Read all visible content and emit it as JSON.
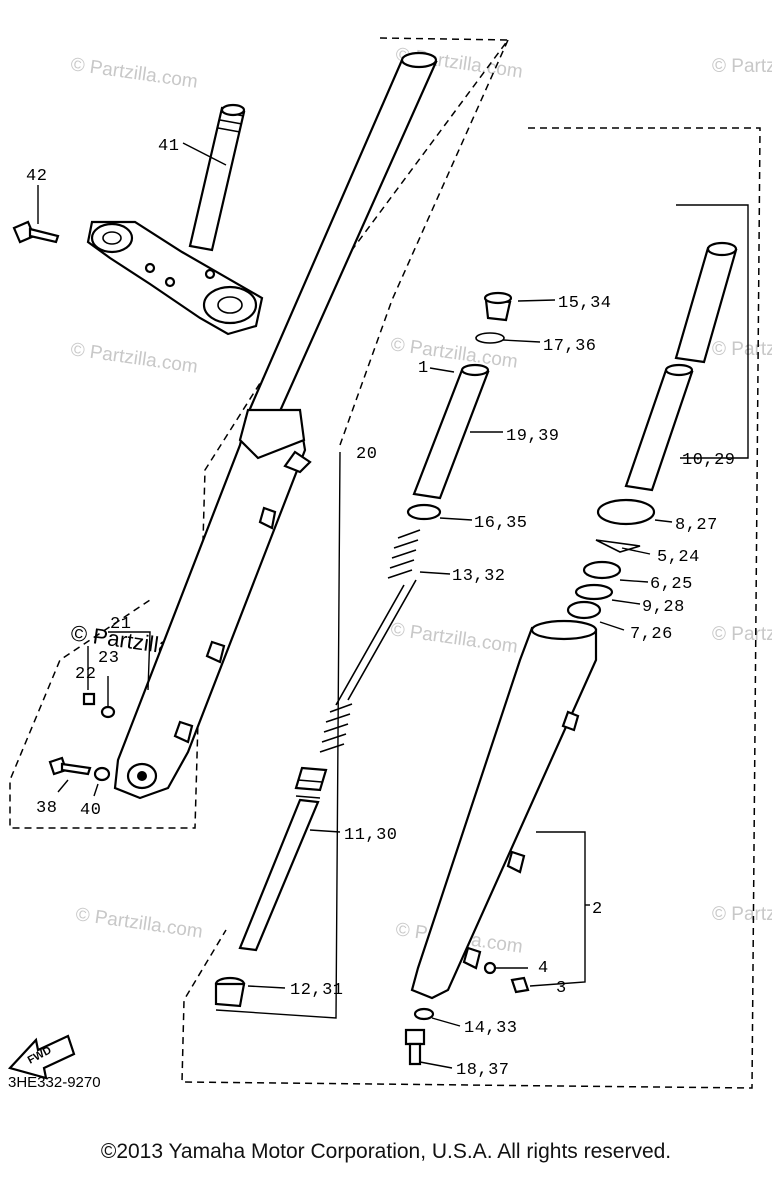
{
  "diagram": {
    "code": "3HE332-9270",
    "fwd_label": "FWD",
    "copyright": "©2013 Yamaha Motor Corporation, U.S.A. All rights reserved.",
    "watermark": "© Partzilla.com",
    "watermark_black": "© Partzilla.com",
    "labels": {
      "p1": "1",
      "p2": "2",
      "p3": "3",
      "p4": "4",
      "p5": "5,24",
      "p6": "6,25",
      "p7": "7,26",
      "p8": "8,27",
      "p9": "9,28",
      "p10": "10,29",
      "p11": "11,30",
      "p12": "12,31",
      "p13": "13,32",
      "p14": "14,33",
      "p15": "15,34",
      "p16": "16,35",
      "p17": "17,36",
      "p18": "18,37",
      "p19": "19,39",
      "p20": "20",
      "p21": "21",
      "p22": "22",
      "p23": "23",
      "p38": "38",
      "p40": "40",
      "p41": "41",
      "p42": "42"
    }
  }
}
